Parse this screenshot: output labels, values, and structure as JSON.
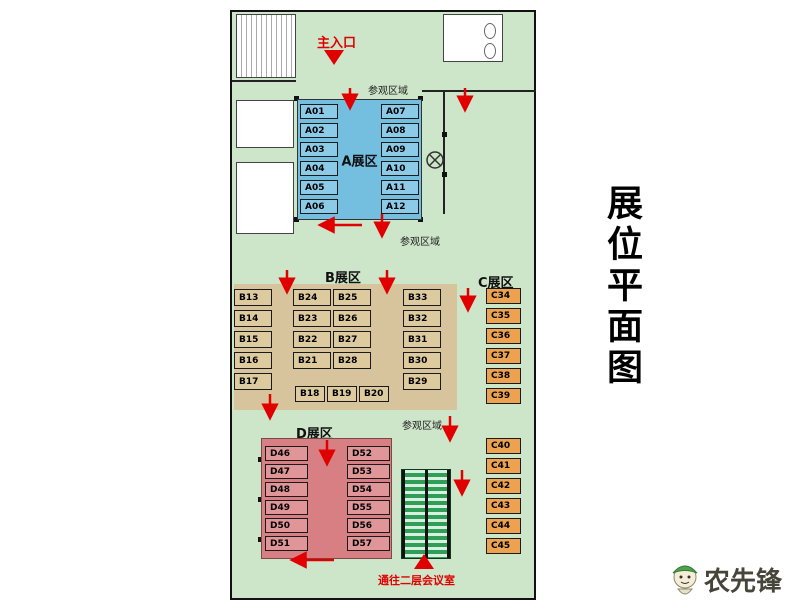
{
  "title": "展位平面图",
  "entrance": {
    "label": "主入口"
  },
  "visit_labels": [
    "参观区域",
    "参观区域",
    "参观区域"
  ],
  "stairs": {
    "label": "通往二层会议室"
  },
  "zones": {
    "a": {
      "label": "A展区",
      "left": [
        "A01",
        "A02",
        "A03",
        "A04",
        "A05",
        "A06"
      ],
      "right": [
        "A07",
        "A08",
        "A09",
        "A10",
        "A11",
        "A12"
      ]
    },
    "b": {
      "label": "B展区",
      "left_col": [
        "B13",
        "B14",
        "B15",
        "B16",
        "B17"
      ],
      "mid_left_col": [
        "B24",
        "B23",
        "B22",
        "B21"
      ],
      "mid_right_col": [
        "B25",
        "B26",
        "B27",
        "B28"
      ],
      "right_col": [
        "B33",
        "B32",
        "B31",
        "B30",
        "B29"
      ],
      "bottom_row": [
        "B18",
        "B19",
        "B20"
      ]
    },
    "c": {
      "label": "C展区",
      "upper_col": [
        "C34",
        "C35",
        "C36",
        "C37",
        "C38",
        "C39"
      ],
      "lower_col": [
        "C40",
        "C41",
        "C42",
        "C43",
        "C44",
        "C45"
      ]
    },
    "d": {
      "label": "D展区",
      "left_col": [
        "D46",
        "D47",
        "D48",
        "D49",
        "D50",
        "D51"
      ],
      "right_col": [
        "D52",
        "D53",
        "D54",
        "D55",
        "D56",
        "D57"
      ]
    }
  },
  "watermark": {
    "text": "农先锋"
  },
  "colors": {
    "floor": "#cde5c8",
    "zone_a": "#74bfe0",
    "zone_a_cell": "#8ccbe8",
    "zone_b": "#d8c49c",
    "zone_b_cell": "#ddca9f",
    "zone_c": "#eda24f",
    "zone_d": "#d87f84",
    "zone_d_cell": "#e09598",
    "stairs_green": "#2f9e57",
    "arrow_red": "#e00000"
  }
}
